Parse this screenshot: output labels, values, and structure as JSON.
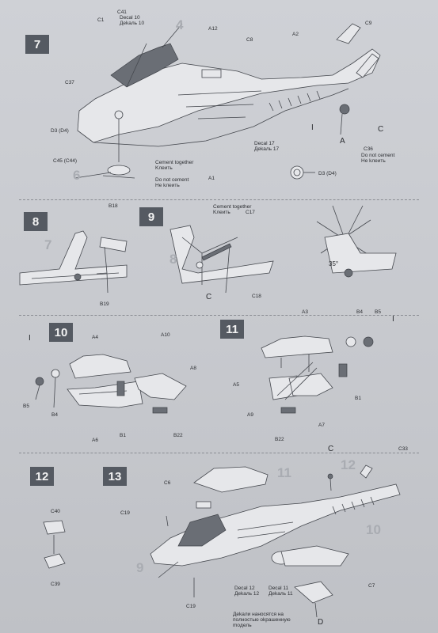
{
  "steps": {
    "s7": "7",
    "s8": "8",
    "s9": "9",
    "s10": "10",
    "s11": "11",
    "s12": "12",
    "s13": "13"
  },
  "ghost_numbers": {
    "g6": "6",
    "g7": "7",
    "g8": "8",
    "g9": "9",
    "g10": "10",
    "g11": "11",
    "g12": "12",
    "g4": "4"
  },
  "step7": {
    "c1": "C1",
    "decal10": "Decal 10",
    "decal10_ru": "Деkaль 10",
    "c41": "C41",
    "a12": "A12",
    "c8": "C8",
    "a2": "A2",
    "c9": "C9",
    "c37": "C37",
    "d3d4": "D3 (D4)",
    "c45c44": "C45 (C44)",
    "cement_together": "Cement together",
    "cement_together_ru": "Kлeить",
    "do_not_cement": "Do not cement",
    "do_not_cement_ru": "He kлeить",
    "a1": "A1",
    "decal17": "Decal 17",
    "decal17_ru": "Деkaль 17",
    "c36": "C36",
    "c36_do_not": "Do not cement",
    "c36_ru": "He kлeить",
    "d3d4_b": "D3 (D4)",
    "mark_i": "I",
    "mark_a": "A",
    "mark_c": "C"
  },
  "step8": {
    "b18": "B18",
    "b19": "B19"
  },
  "step9": {
    "cement_together": "Cement together",
    "cement_ru": "Kлeить",
    "c17": "C17",
    "c18": "C18",
    "angle": "35°",
    "mark_c": "C"
  },
  "step10": {
    "a4": "A4",
    "a10": "A10",
    "a8": "A8",
    "b5": "B5",
    "b4": "B4",
    "a6": "A6",
    "b1": "B1",
    "b22": "B22",
    "mark_i": "I"
  },
  "step11": {
    "a3": "A3",
    "b4": "B4",
    "b5": "B5",
    "a5": "A5",
    "b1": "B1",
    "a9": "A9",
    "a7": "A7",
    "b22": "B22",
    "mark_i": "I"
  },
  "step12": {
    "c40": "C40",
    "c39": "C39"
  },
  "step13": {
    "c6": "C6",
    "c33": "C33",
    "c19_top": "C19",
    "c19_bottom": "C19",
    "c7": "C7",
    "mark_c": "C",
    "mark_d": "D",
    "decal12": "Decal 12",
    "decal12_ru": "Деkaль 12",
    "decal11": "Decal 11",
    "decal11_ru": "Деkaль 11",
    "note_ru_1": "Деkaли нaнocятcя нa",
    "note_ru_2": "пoлнocтью okpaшeнную",
    "note_ru_3": "moдeль"
  }
}
